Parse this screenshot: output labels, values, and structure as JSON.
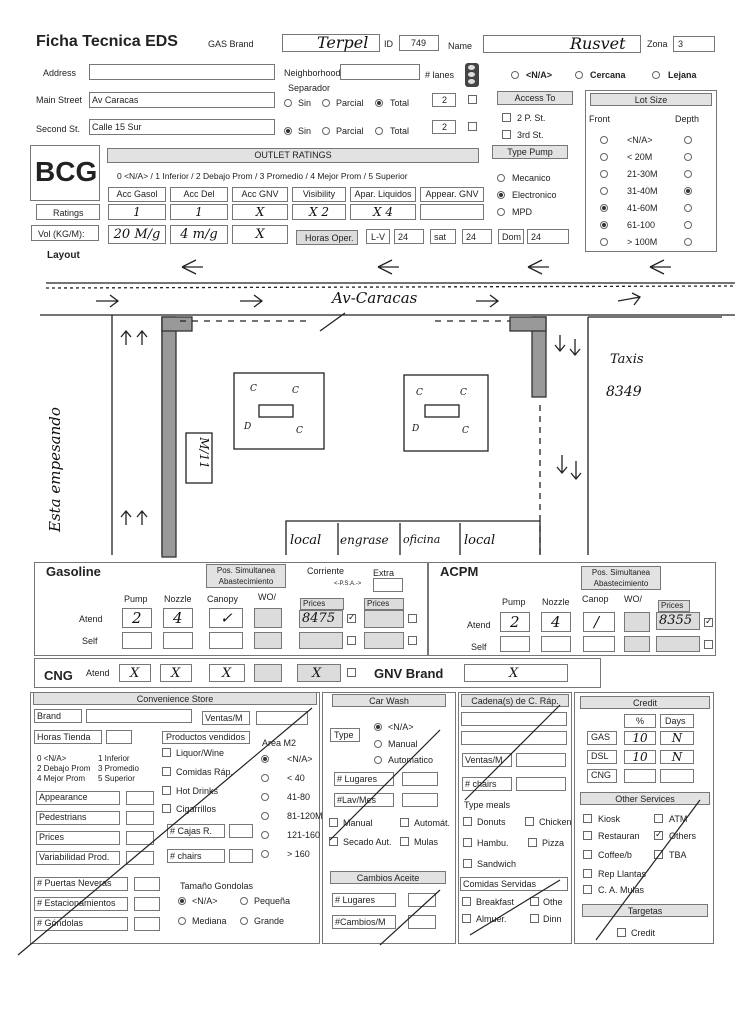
{
  "header": {
    "title": "Ficha Tecnica EDS",
    "gas_brand_label": "GAS Brand",
    "gas_brand_value": "Terpel",
    "id_label": "ID",
    "id_value": "749",
    "name_label": "Name",
    "name_value": "Rusvet",
    "zona_label": "Zona",
    "zona_value": "3"
  },
  "address": {
    "address_label": "Address",
    "neighborhood_label": "Neighborhood",
    "lanes_label": "# lanes",
    "lanes_options": [
      "<N/A>",
      "Cercana",
      "Lejana"
    ],
    "separador_label": "Separador",
    "main_street_label": "Main Street",
    "main_street_value": "Av Caracas",
    "second_st_label": "Second St.",
    "second_st_value": "Calle 15 Sur",
    "sep_options": [
      "Sin",
      "Parcial",
      "Total"
    ],
    "main_sep_count": "2",
    "second_sep_count": "2"
  },
  "access": {
    "header": "Access To",
    "options": [
      "2 P. St.",
      "3rd St."
    ],
    "type_pump_header": "Type Pump",
    "pump_options": [
      "Mecanico",
      "Electronico",
      "MPD"
    ]
  },
  "lot_size": {
    "header": "Lot Size",
    "front_label": "Front",
    "depth_label": "Depth",
    "options": [
      "<N/A>",
      "< 20M",
      "21-30M",
      "31-40M",
      "41-60M",
      "61-100",
      "> 100M"
    ]
  },
  "outlet": {
    "logo": "BCG",
    "header": "OUTLET RATINGS",
    "scale": "0 <N/A> / 1 Inferior / 2 Debajo Prom / 3 Promedio / 4 Mejor Prom / 5 Superior",
    "columns": [
      "Acc Gasol",
      "Acc Del",
      "Acc GNV",
      "Visibility",
      "Apar. Liquidos",
      "Appear. GNV"
    ],
    "ratings_label": "Ratings",
    "ratings": [
      "1",
      "1",
      "X",
      "X 2",
      "X 4",
      ""
    ],
    "vol_label": "Vol (KG/M):",
    "vol_values": [
      "20 M/g",
      "4 m/g",
      "X"
    ],
    "horas_label": "Horas Oper.",
    "lv_label": "L-V",
    "lv_value": "24",
    "sat_label": "sat",
    "sat_value": "24",
    "dom_label": "Dom",
    "dom_value": "24"
  },
  "layout": {
    "label": "Layout",
    "street_name": "Av-Caracas",
    "left_text": "Esta empesando",
    "right_text_1": "Taxis",
    "right_text_2": "8349",
    "sign_text": "M/11",
    "buildings": [
      "local",
      "engrase",
      "oficina",
      "local"
    ],
    "pump_letters": [
      "C",
      "C",
      "D",
      "C"
    ]
  },
  "gasoline": {
    "title": "Gasoline",
    "pos_sim": "Pos. Simultanea Abastecimiento",
    "corriente_label": "Corriente",
    "extra_label": "Extra",
    "psa_label": "<-P.S.A.->",
    "headers": [
      "Pump",
      "Nozzle",
      "Canopy",
      "WO/"
    ],
    "prices_label": "Prices",
    "atend_label": "Atend",
    "self_label": "Self",
    "atend_values": [
      "2",
      "4",
      "✓"
    ],
    "price_value": "8475"
  },
  "acpm": {
    "title": "ACPM",
    "pos_sim": "Pos. Simultanea Abastecimiento",
    "headers": [
      "Pump",
      "Nozzle",
      "Canop",
      "WO/"
    ],
    "prices_label": "Prices",
    "atend_label": "Atend",
    "self_label": "Self",
    "atend_values": [
      "2",
      "4",
      "/"
    ],
    "price_value": "8355"
  },
  "cng": {
    "title": "CNG",
    "atend_label": "Atend",
    "values": [
      "X",
      "X",
      "X",
      "X"
    ],
    "gnv_brand_label": "GNV Brand",
    "gnv_brand_value": "X"
  },
  "store": {
    "header": "Convenience Store",
    "brand_label": "Brand",
    "ventas_label": "Ventas/M",
    "horas_label": "Horas Tienda",
    "productos_label": "Productos vendidos",
    "scale_lines": [
      "0 <N/A>",
      "1 Inferior",
      "2 Debajo Prom",
      "3 Promedio",
      "4 Mejor Prom",
      "5 Superior"
    ],
    "products": [
      "Liquor/Wine",
      "Comidas Ráp.",
      "Hot Drinks",
      "Cigarrillos"
    ],
    "area_label": "Area M2",
    "area_options": [
      "<N/A>",
      "< 40",
      "41-80",
      "81-120M",
      "121-160",
      "> 160"
    ],
    "ratings": [
      "Appearance",
      "Pedestrians",
      "Prices",
      "Variabilidad Prod."
    ],
    "cajas_label": "# Cajas R.",
    "chairs_label": "# chairs",
    "counts": [
      "# Puertas Neveras",
      "# Estacionamientos",
      "# Góndolas"
    ],
    "gondolas_label": "Tamaño Gondolas",
    "gondolas_options": [
      "<N/A>",
      "Pequeña",
      "Mediana",
      "Grande"
    ]
  },
  "car_wash": {
    "header": "Car Wash",
    "type_label": "Type",
    "type_options": [
      "<N/A>",
      "Manual",
      "Automatico"
    ],
    "lugares_label": "# Lugares",
    "lav_label": "#Lav/Mes",
    "checks": [
      "Manual",
      "Automát.",
      "Secado Aut.",
      "Mulas"
    ]
  },
  "cambios": {
    "header": "Cambios Aceite",
    "lugares_label": "# Lugares",
    "cambios_label": "#Cambios/M"
  },
  "cadena": {
    "header": "Cadena(s) de C. Ráp.",
    "ventas_label": "Ventas/M",
    "chairs_label": "# chairs",
    "type_meals_label": "Type meals",
    "meals": [
      "Donuts",
      "Chicken",
      "Hambu.",
      "Pizza",
      "Sandwich"
    ],
    "comidas_label": "Comidas Servidas",
    "comidas": [
      "Breakfast",
      "Othe",
      "Almuer.",
      "Dinn"
    ]
  },
  "credit": {
    "header": "Credit",
    "pct_label": "%",
    "days_label": "Days",
    "rows": [
      {
        "label": "GAS",
        "pct": "10",
        "days": "N"
      },
      {
        "label": "DSL",
        "pct": "10",
        "days": "N"
      },
      {
        "label": "CNG",
        "pct": "",
        "days": ""
      }
    ],
    "other_header": "Other Services",
    "services": [
      "Kiosk",
      "ATM",
      "Restauran",
      "Others",
      "Coffee/b",
      "TBA",
      "Rep Llantas",
      "C. A. Mulas"
    ],
    "targetas_header": "Targetas",
    "credit_label": "Credit"
  },
  "colors": {
    "line": "#777777",
    "header_bg": "#e2e2e2",
    "ink": "#111111"
  }
}
